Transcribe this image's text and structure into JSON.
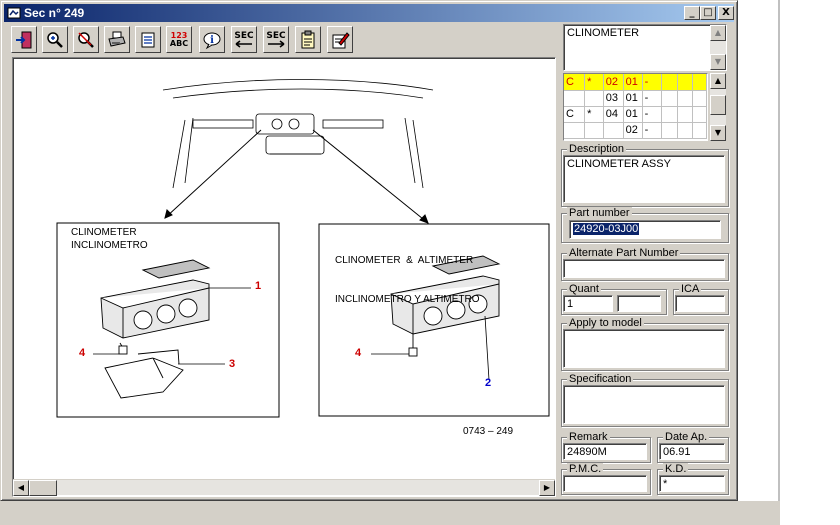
{
  "window": {
    "title": "Sec n° 249",
    "buttons": {
      "minimize": "_",
      "maximize": "□",
      "close": "X"
    }
  },
  "toolbar": {
    "items": [
      {
        "name": "exit-door-icon"
      },
      {
        "name": "zoom-in-icon"
      },
      {
        "name": "zoom-out-icon"
      },
      {
        "name": "printer-icon"
      },
      {
        "name": "list-icon"
      },
      {
        "name": "text-123-abc-icon",
        "line1": "123",
        "line2": "ABC"
      },
      {
        "name": "info-icon"
      },
      {
        "name": "sec-prev-icon",
        "label": "SEC"
      },
      {
        "name": "sec-next-icon",
        "label": "SEC"
      },
      {
        "name": "clipboard-icon"
      },
      {
        "name": "edit-notepad-icon"
      }
    ]
  },
  "drawing": {
    "left_panel": {
      "title_line1": "CLINOMETER",
      "title_line2": "INCLINOMETRO"
    },
    "right_panel": {
      "title_line1": "CLINOMETER  &  ALTIMETER",
      "title_line2": "INCLINOMETRO Y ALTIMETRO"
    },
    "callouts": {
      "c1": "1",
      "c3": "3",
      "c4a": "4",
      "c4b": "4",
      "c2": "2"
    },
    "drawing_number": "0743 – 249",
    "colors": {
      "callout_red": "#cc0000",
      "callout_blue": "#0000cc"
    }
  },
  "right_panel": {
    "part_title": "CLINOMETER",
    "grid_rows": [
      [
        "C",
        "*",
        "02",
        "01",
        "-",
        "",
        "",
        ""
      ],
      [
        "",
        "",
        "03",
        "01",
        "-",
        "",
        "",
        ""
      ],
      [
        "C",
        "*",
        "04",
        "01",
        "-",
        "",
        "",
        ""
      ],
      [
        "",
        "",
        "",
        "02",
        "-",
        "",
        "",
        ""
      ]
    ],
    "description": {
      "label": "Description",
      "value": "CLINOMETER ASSY"
    },
    "part_number": {
      "label": "Part number",
      "value": "24920-03J00"
    },
    "alternate_part_number": {
      "label": "Alternate Part Number",
      "value": ""
    },
    "quant": {
      "label": "Quant",
      "value1": "1",
      "value2": ""
    },
    "ica": {
      "label": "ICA",
      "value": ""
    },
    "apply_to_model": {
      "label": "Apply to model",
      "value": ""
    },
    "specification": {
      "label": "Specification",
      "value": ""
    },
    "remark": {
      "label": "Remark",
      "value": "24890M"
    },
    "date_ap": {
      "label": "Date Ap.",
      "value": "06.91"
    },
    "pmc": {
      "label": "P.M.C.",
      "value": ""
    },
    "kd": {
      "label": "K.D.",
      "value": "*"
    },
    "highlight_color": "#ffff00"
  }
}
